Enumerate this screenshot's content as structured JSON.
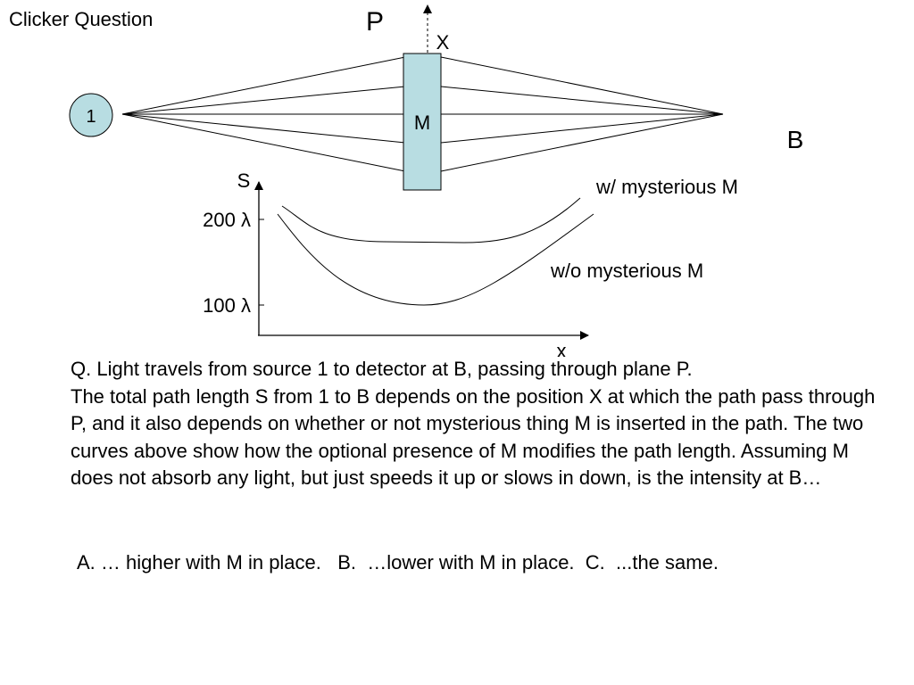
{
  "slide": {
    "title": "Clicker Question"
  },
  "diagram": {
    "source_label": "1",
    "plane_label": "P",
    "position_label": "X",
    "object_label": "M",
    "detector_label": "B",
    "colors": {
      "source_fill": "#b8dde2",
      "object_fill": "#b8dde2",
      "stroke": "#000000"
    }
  },
  "chart_data": {
    "type": "line",
    "xlabel": "x",
    "ylabel": "S",
    "y_ticks": [
      "200 λ",
      "100 λ"
    ],
    "series": [
      {
        "name": "w/ mysterious M"
      },
      {
        "name": "w/o mysterious M"
      }
    ]
  },
  "question": {
    "text": "Q. Light travels from source 1 to detector at B, passing through plane P.\nThe total path length S from 1 to B depends on the position X at which the path pass through P, and it also depends on whether or not mysterious thing M is inserted in the path.  The two curves above show how the optional presence of M modifies the path length.  Assuming M does not absorb any light, but just speeds it up or slows in down,  is the intensity at B…"
  },
  "answers": {
    "text": "A. … higher with M in place.   B.  …lower with M in place.  C.  ...the same."
  }
}
